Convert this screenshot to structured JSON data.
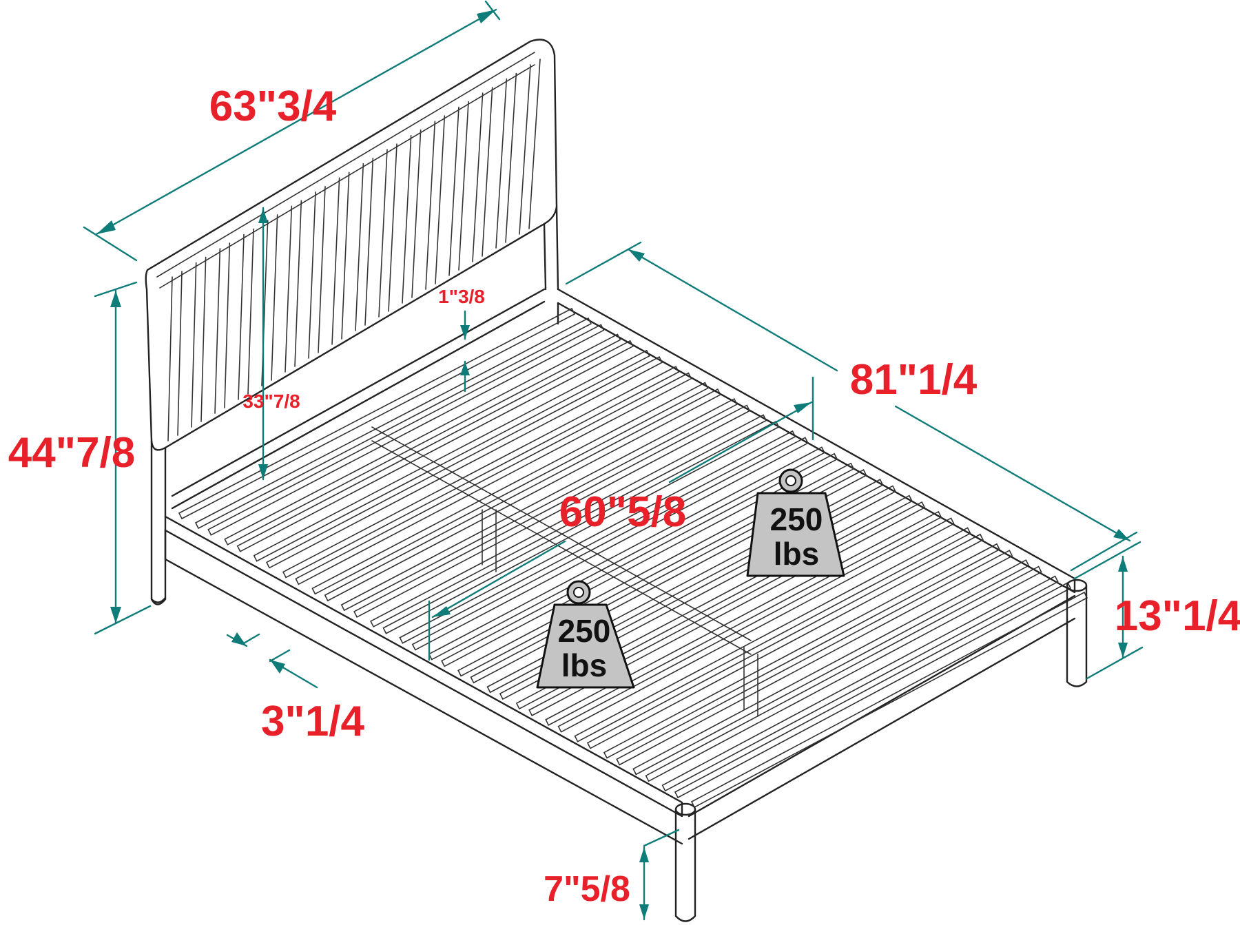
{
  "dimensions": {
    "headboard_width": "63\"3/4",
    "total_height": "44\"7/8",
    "headboard_panel_height": "33\"7/8",
    "slat_gap": "1\"3/8",
    "total_length": "81\"1/4",
    "inner_width": "60\"5/8",
    "slat_width": "3\"1/4",
    "side_height": "13\"1/4",
    "clearance": "7\"5/8"
  },
  "weights": [
    {
      "value": "250",
      "unit": "lbs"
    },
    {
      "value": "250",
      "unit": "lbs"
    }
  ],
  "colors": {
    "label": "#e8202a",
    "dimension_line": "#0e7c78",
    "outline": "#222222",
    "weight_fill": "#c4c4c4"
  }
}
